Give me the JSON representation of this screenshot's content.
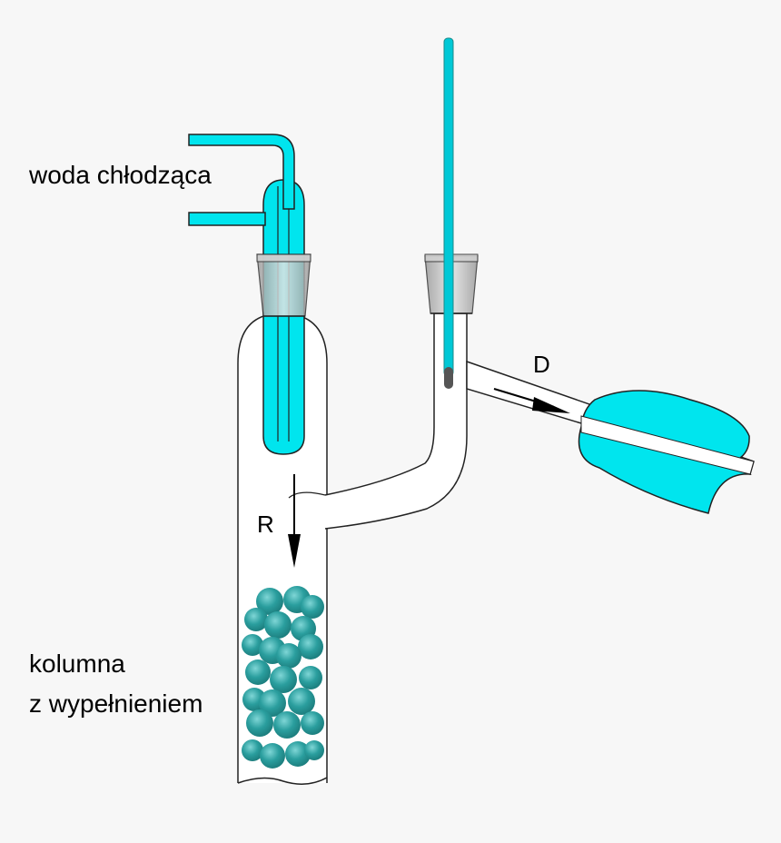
{
  "labels": {
    "cooling_water": "woda chłodząca",
    "column_line1": "kolumna",
    "column_line2": "z wypełnieniem",
    "reflux": "R",
    "distillate": "D"
  },
  "colors": {
    "background": "#f7f7f7",
    "coolant": "#00e5ee",
    "packing": "#2aa3a3",
    "glass_outline": "#222222",
    "stopper": "#c8c8c8",
    "thermometer_stem": "#00c8d6"
  }
}
